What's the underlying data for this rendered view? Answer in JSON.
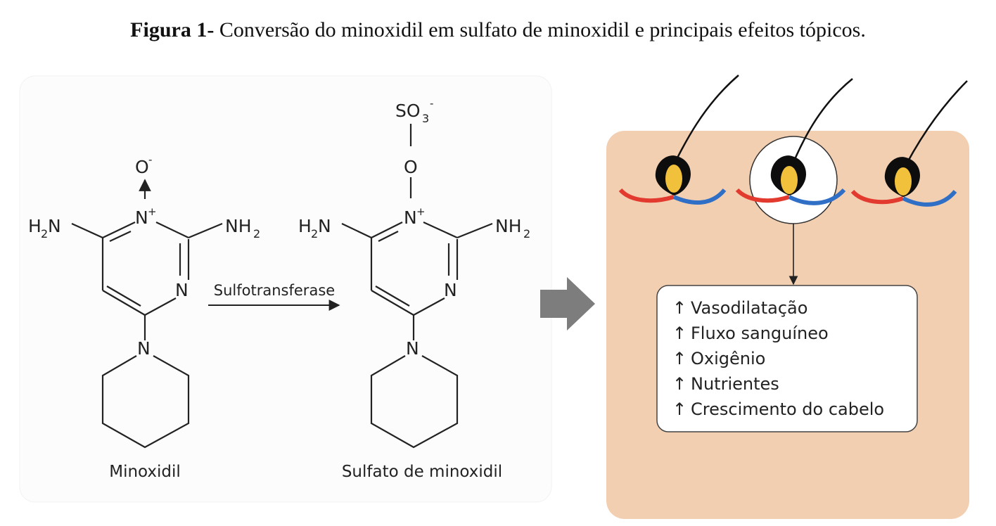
{
  "caption": {
    "label": "Figura 1-",
    "text": " Conversão do minoxidil em sulfato de minoxidil e principais efeitos tópicos."
  },
  "reaction": {
    "enzyme": "Sulfotransferase",
    "reactant_name": "Minoxidil",
    "product_name": "Sulfato de minoxidil"
  },
  "atoms": {
    "o_minus": "O",
    "o_charge": "-",
    "n_plus": "N",
    "plus": "+",
    "n": "N",
    "nh2": "NH",
    "h2n_h": "H",
    "h2n_n": "N",
    "sub2": "2",
    "so3": "SO",
    "so3_sub": "3",
    "so3_charge": "-",
    "o": "O"
  },
  "effects": {
    "arrow_symbol": "↑",
    "items": [
      "Vasodilatação",
      "Fluxo sanguíneo",
      "Oxigênio",
      "Nutrientes",
      "Crescimento do cabelo"
    ]
  },
  "colors": {
    "skin": "#f3cfb2",
    "follicle_bulb": "#0d0d0d",
    "papilla": "#f2c13c",
    "artery": "#e23a2e",
    "vein": "#2f6fc6",
    "big_arrow": "#7d7d7d"
  }
}
